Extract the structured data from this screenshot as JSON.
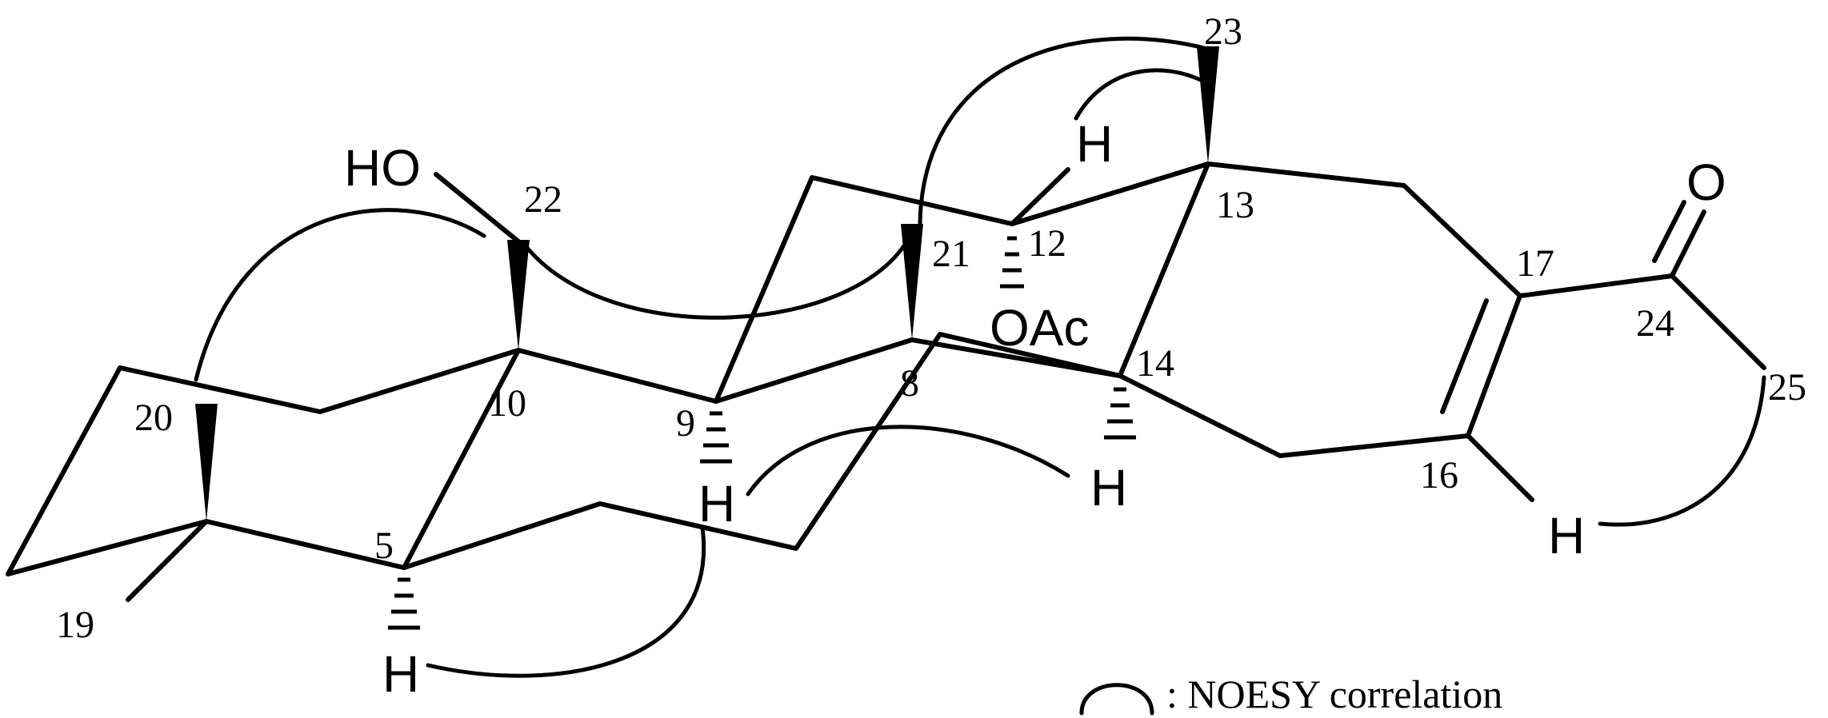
{
  "atom_numbers": {
    "c5": "5",
    "c8": "8",
    "c9": "9",
    "c10": "10",
    "c12": "12",
    "c13": "13",
    "c14": "14",
    "c16": "16",
    "c17": "17",
    "c19": "19",
    "c20": "20",
    "c21": "21",
    "c22": "22",
    "c23": "23",
    "c24": "24",
    "c25": "25"
  },
  "groups": {
    "hydroxyl": "HO",
    "acetoxy": "OAc",
    "carbonyl_oxygen": "O",
    "hydrogen": "H"
  },
  "legend": {
    "label": ": NOESY correlation"
  }
}
